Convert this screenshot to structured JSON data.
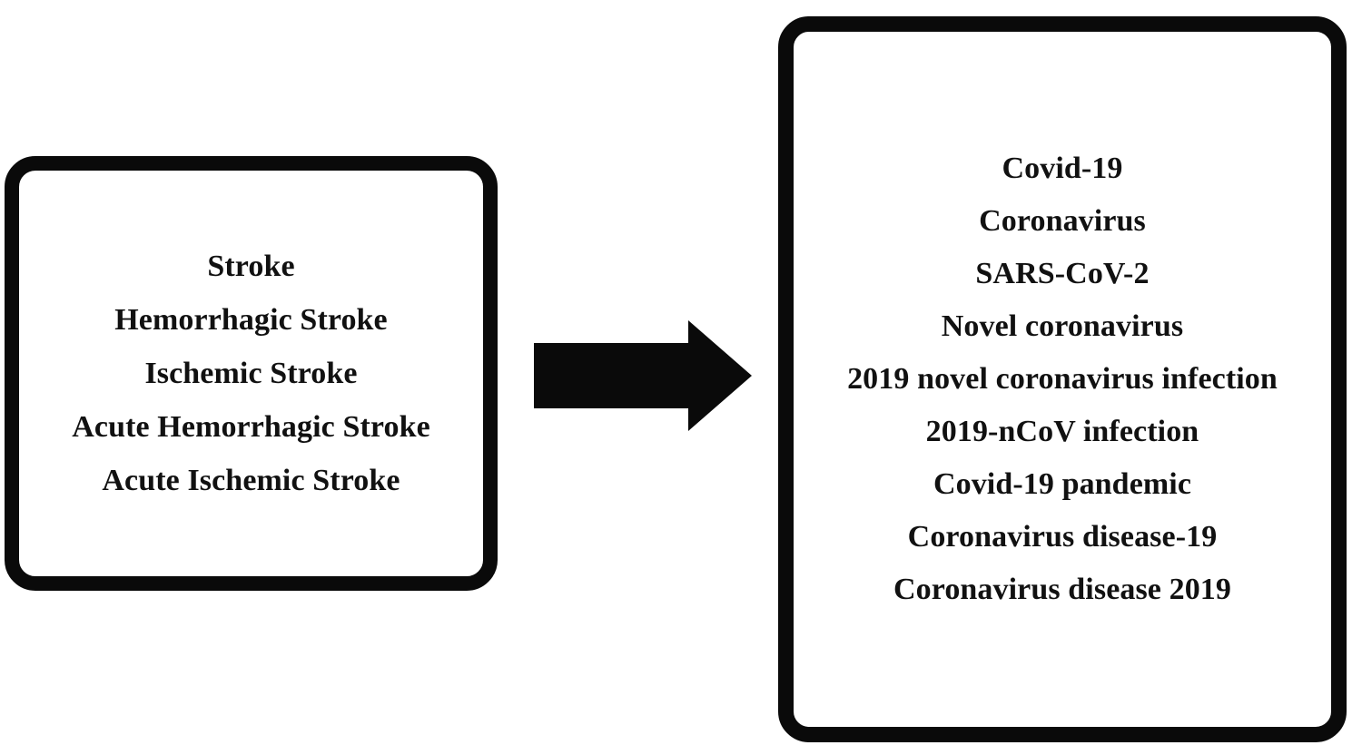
{
  "diagram": {
    "type": "two-node-flow",
    "background_color": "#ffffff",
    "stroke_color": "#0a0a0a",
    "text_color": "#111111",
    "source_box": {
      "name": "stroke-terms",
      "terms": [
        "Stroke",
        "Hemorrhagic Stroke",
        "Ischemic Stroke",
        "Acute Hemorrhagic Stroke",
        "Acute Ischemic Stroke"
      ]
    },
    "connector": {
      "name": "right-arrow",
      "direction": "right",
      "style": "solid-block-arrow",
      "color": "#0a0a0a"
    },
    "target_box": {
      "name": "covid-terms",
      "terms": [
        "Covid-19",
        "Coronavirus",
        "SARS-CoV-2",
        "Novel coronavirus",
        "2019 novel coronavirus infection",
        "2019-nCoV infection",
        "Covid-19 pandemic",
        "Coronavirus disease-19",
        "Coronavirus disease 2019"
      ]
    }
  }
}
